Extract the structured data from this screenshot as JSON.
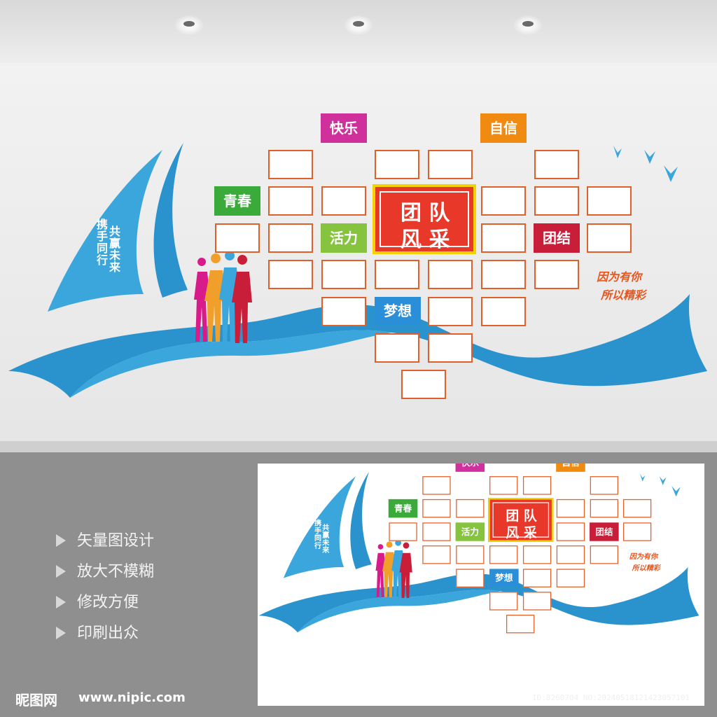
{
  "wall": {
    "tags": {
      "kuaile": "快乐",
      "zixin": "自信",
      "qingchun": "青春",
      "huoli": "活力",
      "tuanjie": "团结",
      "mengxiang": "梦想"
    },
    "center_line1": "团 队",
    "center_line2": "风 采",
    "sail_slogan_1": "携手同行",
    "sail_slogan_2": "共赢未来",
    "script_line1": "因为有你",
    "script_line2": "所以精彩",
    "colors": {
      "blue": "#2a92cc",
      "light_blue": "#3aa6dc",
      "frame": "#e0602a",
      "center_red": "#e8382a",
      "center_border": "#f2d200",
      "pink": "#d0309c",
      "orange": "#f08a10",
      "green": "#3aaa3a",
      "lime": "#86c440",
      "dark_red": "#c81e3a",
      "tag_blue": "#2a8fd8"
    }
  },
  "features": [
    "矢量图设计",
    "放大不模糊",
    "修改方便",
    "印刷出众"
  ],
  "footer": {
    "logo": "昵图网",
    "url": "www.nipic.com",
    "id_text": "ID:8260704 NO:20240518121423057101"
  }
}
